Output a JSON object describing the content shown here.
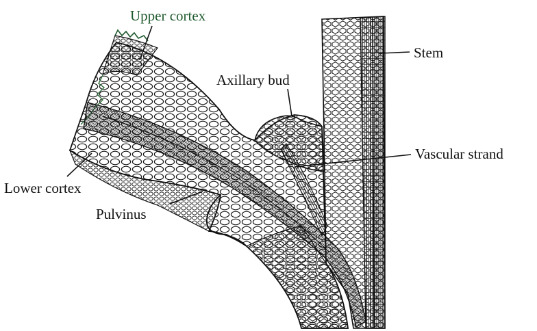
{
  "labels": {
    "upper_cortex": "Upper cortex",
    "stem": "Stem",
    "axillary_bud": "Axillary bud",
    "vascular_strand": "Vascular strand",
    "lower_cortex": "Lower cortex",
    "pulvinus": "Pulvinus"
  },
  "colors": {
    "ink": "#111111",
    "upper_cortex_label": "#1f5a2e",
    "background": "#ffffff"
  }
}
